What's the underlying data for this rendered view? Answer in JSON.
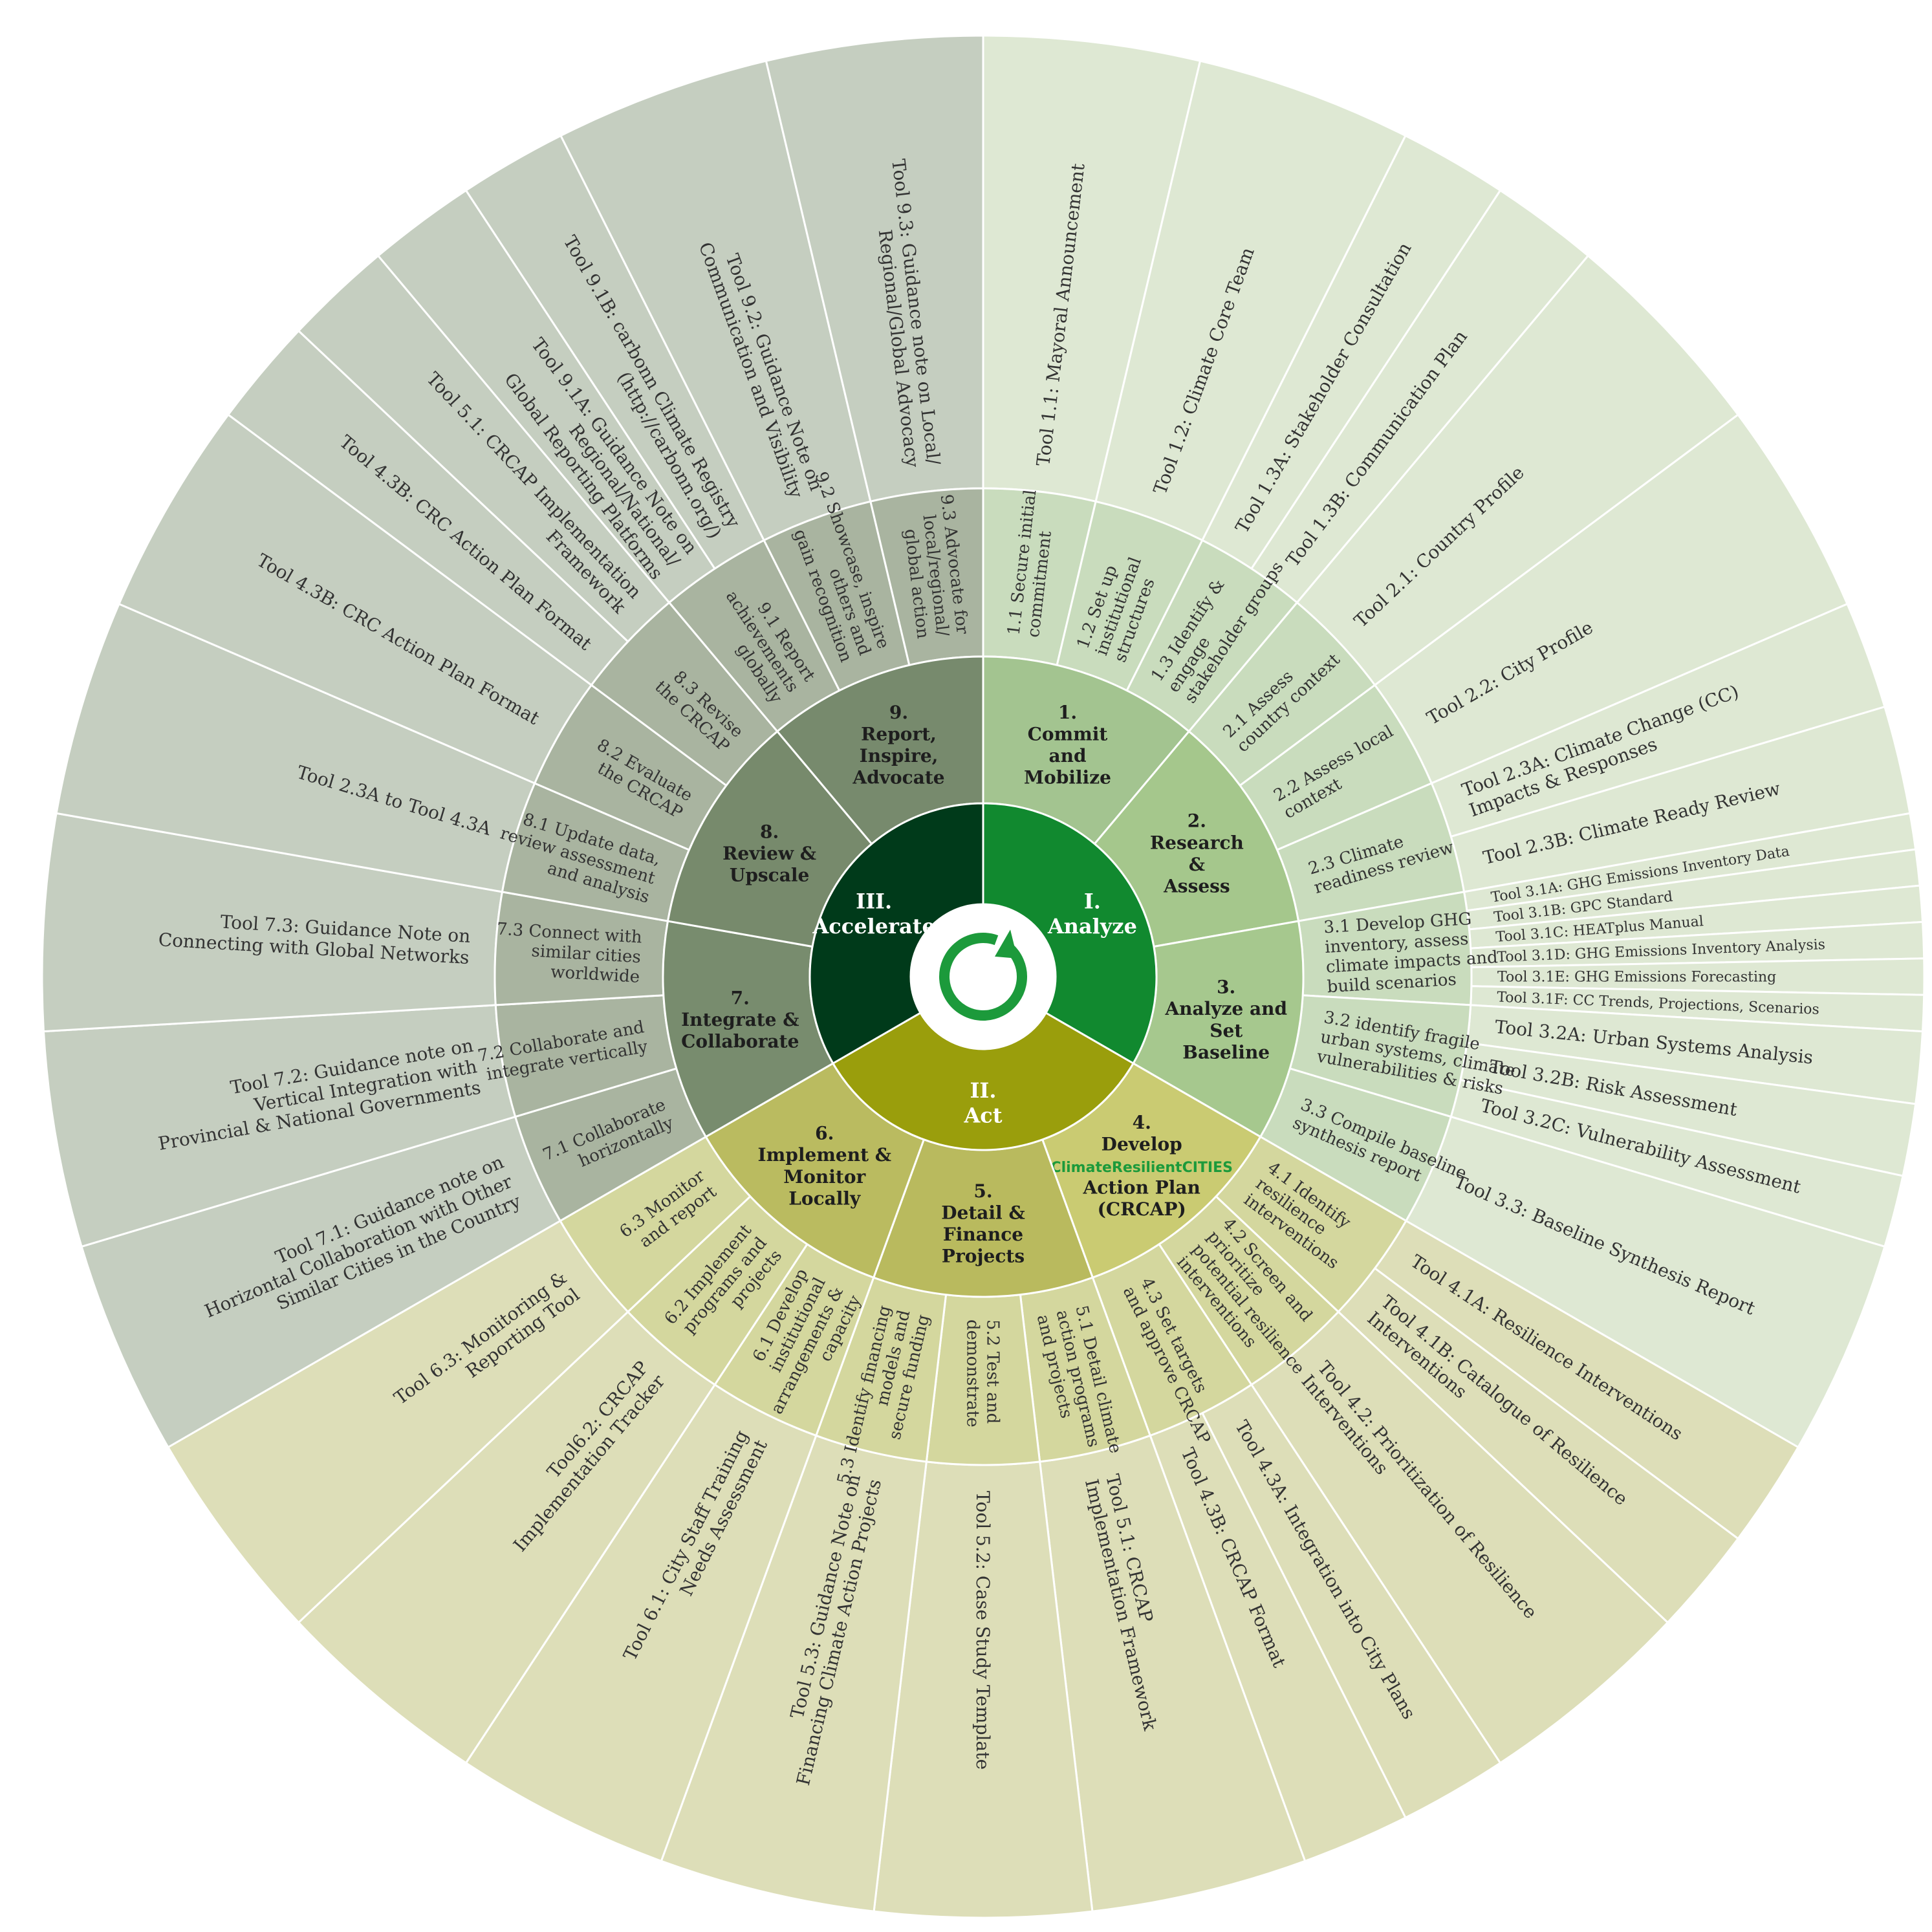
{
  "colors": {
    "analyze_inner": "#11892F",
    "act_inner": "#9A9E0C",
    "accelerate_inner": "#003A1A",
    "step": [
      "#A3C490",
      "#A5C78C",
      "#A6C88E",
      "#CACB72",
      "#B9BA5E",
      "#BABB60",
      "#788C6E",
      "#778A6C",
      "#778A6D"
    ],
    "sub": [
      "#C9DCBD",
      "#D4D79E",
      "#A9B4A0"
    ],
    "tool": [
      "#DEE8D3",
      "#DDDEB8",
      "#C5CEC0"
    ],
    "logo_green": "#1C9A3B",
    "text_light": "#ffffff",
    "text_dark": "#222222"
  },
  "phases": [
    {
      "label": "I.\nAnalyze",
      "steps": [
        0,
        1,
        2
      ]
    },
    {
      "label": "II.\nAct",
      "steps": [
        3,
        4,
        5
      ]
    },
    {
      "label": "III.\nAccelerate",
      "steps": [
        6,
        7,
        8
      ]
    }
  ],
  "steps": [
    {
      "number": "1.",
      "label": "1.\nCommit\nand\nMobilize"
    },
    {
      "number": "2.",
      "label": "2.\nResearch\n&\nAssess"
    },
    {
      "number": "3.",
      "label": "3.\nAnalyze and\nSet\nBaseline"
    },
    {
      "number": "4.",
      "label": "4.\nDevelop\nClimateResilientCITIES\nAction Plan\n(CRCAP)",
      "logo_text": "ClimateResilientCITIES"
    },
    {
      "number": "5.",
      "label": "5.\nDetail &\nFinance\nProjects"
    },
    {
      "number": "6.",
      "label": "6.\nImplement &\nMonitor\nLocally"
    },
    {
      "number": "7.",
      "label": "7.\nIntegrate &\nCollaborate"
    },
    {
      "number": "8.",
      "label": "8.\nReview &\nUpscale"
    },
    {
      "number": "9.",
      "label": "9.\nReport,\nInspire,\nAdvocate"
    }
  ],
  "substeps": [
    {
      "step": 0,
      "num": "1.1",
      "text": "Secure initial\ncommitment",
      "tools": [
        "Tool 1.1: Mayoral Announcement"
      ]
    },
    {
      "step": 0,
      "num": "1.2",
      "text": "Set up\ninstitutional\nstructures",
      "tools": [
        "Tool 1.2: Climate Core Team"
      ]
    },
    {
      "step": 0,
      "num": "1.3",
      "text": "Identify &\nengage\nstakeholder groups",
      "tools": [
        "Tool 1.3A: Stakeholder Consultation",
        "Tool 1.3B: Communication Plan"
      ]
    },
    {
      "step": 1,
      "num": "2.1",
      "text": "Assess\ncountry context",
      "tools": [
        "Tool 2.1: Country Profile"
      ]
    },
    {
      "step": 1,
      "num": "2.2",
      "text": "Assess local\ncontext",
      "tools": [
        "Tool 2.2: City Profile"
      ]
    },
    {
      "step": 1,
      "num": "2.3",
      "text": "Climate\nreadiness review",
      "tools": [
        "Tool 2.3A: Climate Change (CC)\nImpacts & Responses",
        "Tool 2.3B: Climate Ready Review"
      ]
    },
    {
      "step": 2,
      "num": "3.1",
      "text": "Develop GHG\ninventory, assess\nclimate impacts and\nbuild scenarios",
      "tools": [
        "Tool 3.1A: GHG Emissions Inventory Data",
        "Tool 3.1B: GPC Standard",
        "Tool 3.1C: HEATplus Manual",
        "Tool 3.1D: GHG Emissions Inventory Analysis",
        "Tool 3.1E: GHG Emissions Forecasting",
        "Tool 3.1F: CC Trends, Projections, Scenarios"
      ]
    },
    {
      "step": 2,
      "num": "3.2",
      "text": "identify fragile\nurban systems, climate\nvulnerabilities & risks",
      "tools": [
        "Tool 3.2A: Urban Systems Analysis",
        "Tool 3.2B: Risk Assessment",
        "Tool 3.2C: Vulnerability Assessment"
      ]
    },
    {
      "step": 2,
      "num": "3.3",
      "text": "Compile baseline\nsynthesis report",
      "tools": [
        "Tool 3.3: Baseline Synthesis Report"
      ]
    },
    {
      "step": 3,
      "num": "4.1",
      "text": "Identify\nresilience\ninterventions",
      "tools": [
        "Tool 4.1A: Resilience Interventions",
        "Tool 4.1B: Catalogue of Resilience\nInterventions"
      ]
    },
    {
      "step": 3,
      "num": "4.2",
      "text": "Screen and\nprioritize\npotential resilience\ninterventions",
      "tools": [
        "Tool 4.2: Prioritization of Resilience\nInterventions"
      ]
    },
    {
      "step": 3,
      "num": "4.3",
      "text": "Set targets\nand approve CRCAP",
      "tools": [
        "Tool 4.3A: Integration into City Plans",
        "Tool 4.3B: CRCAP Format"
      ]
    },
    {
      "step": 4,
      "num": "5.1",
      "text": "Detail climate\naction programs\nand projects",
      "tools": [
        "Tool 5.1: CRCAP\nImplementation Framework"
      ]
    },
    {
      "step": 4,
      "num": "5.2",
      "text": "Test and\ndemonstrate",
      "tools": [
        "Tool 5.2: Case Study Template"
      ]
    },
    {
      "step": 4,
      "num": "5.3",
      "text": "Identify financing\nmodels and\nsecure funding",
      "tools": [
        "Tool 5.3: Guidance Note on\nFinancing Climate Action Projects"
      ]
    },
    {
      "step": 5,
      "num": "6.1",
      "text": "Develop\ninstitutional\narrangements &\ncapacity",
      "tools": [
        "Tool 6.1: City Staff Training\nNeeds Assessment"
      ]
    },
    {
      "step": 5,
      "num": "6.2",
      "text": "Implement\nprograms and\nprojects",
      "tools": [
        "Tool6.2: CRCAP\nImplementation Tracker"
      ]
    },
    {
      "step": 5,
      "num": "6.3",
      "text": "Monitor\nand report",
      "tools": [
        "Tool 6.3: Monitoring &\nReporting Tool"
      ]
    },
    {
      "step": 6,
      "num": "7.1",
      "text": "Collaborate\nhorizontally",
      "tools": [
        "Tool 7.1: Guidance note on\nHorizontal Collaboration with Other\nSimilar Cities in the Country"
      ]
    },
    {
      "step": 6,
      "num": "7.2",
      "text": "Collaborate and\nintegrate vertically",
      "tools": [
        "Tool 7.2: Guidance note on\nVertical Integration with\nProvincial & National Governments"
      ]
    },
    {
      "step": 6,
      "num": "7.3",
      "text": "Connect with\nsimilar cities\nworldwide",
      "tools": [
        "Tool 7.3: Guidance Note on\nConnecting with Global Networks"
      ]
    },
    {
      "step": 7,
      "num": "8.1",
      "text": "Update data,\nreview assessment\nand analysis",
      "tools": [
        "Tool  2.3A to Tool 4.3A"
      ]
    },
    {
      "step": 7,
      "num": "8.2",
      "text": "Evaluate\nthe CRCAP",
      "tools": [
        "Tool 4.3B: CRC Action Plan Format"
      ]
    },
    {
      "step": 7,
      "num": "8.3",
      "text": "Revise\nthe CRCAP",
      "tools": [
        "Tool 4.3B: CRC Action Plan Format",
        "Tool 5.1: CRCAP Implementation\nFramework"
      ]
    },
    {
      "step": 8,
      "num": "9.1",
      "text": "Report\nachievements\nglobally",
      "tools": [
        "Tool 9.1A: Guidance Note on\nRegional/National/\nGlobal Reporting Platforms",
        "Tool 9.1B: carbonn Climate Registry\n(http://carbonn.org/)"
      ]
    },
    {
      "step": 8,
      "num": "9.2",
      "text": "Showcase, inspire\nothers and\ngain recognition",
      "tools": [
        "Tool 9.2: Guidance Note on\nCommunication and Visibility"
      ]
    },
    {
      "step": 8,
      "num": "9.3",
      "text": "Advocate for\nlocal/regional/\nglobal action",
      "tools": [
        "Tool 9.3: Guidance note on Local/\nRegional/Global Advocacy"
      ]
    }
  ]
}
